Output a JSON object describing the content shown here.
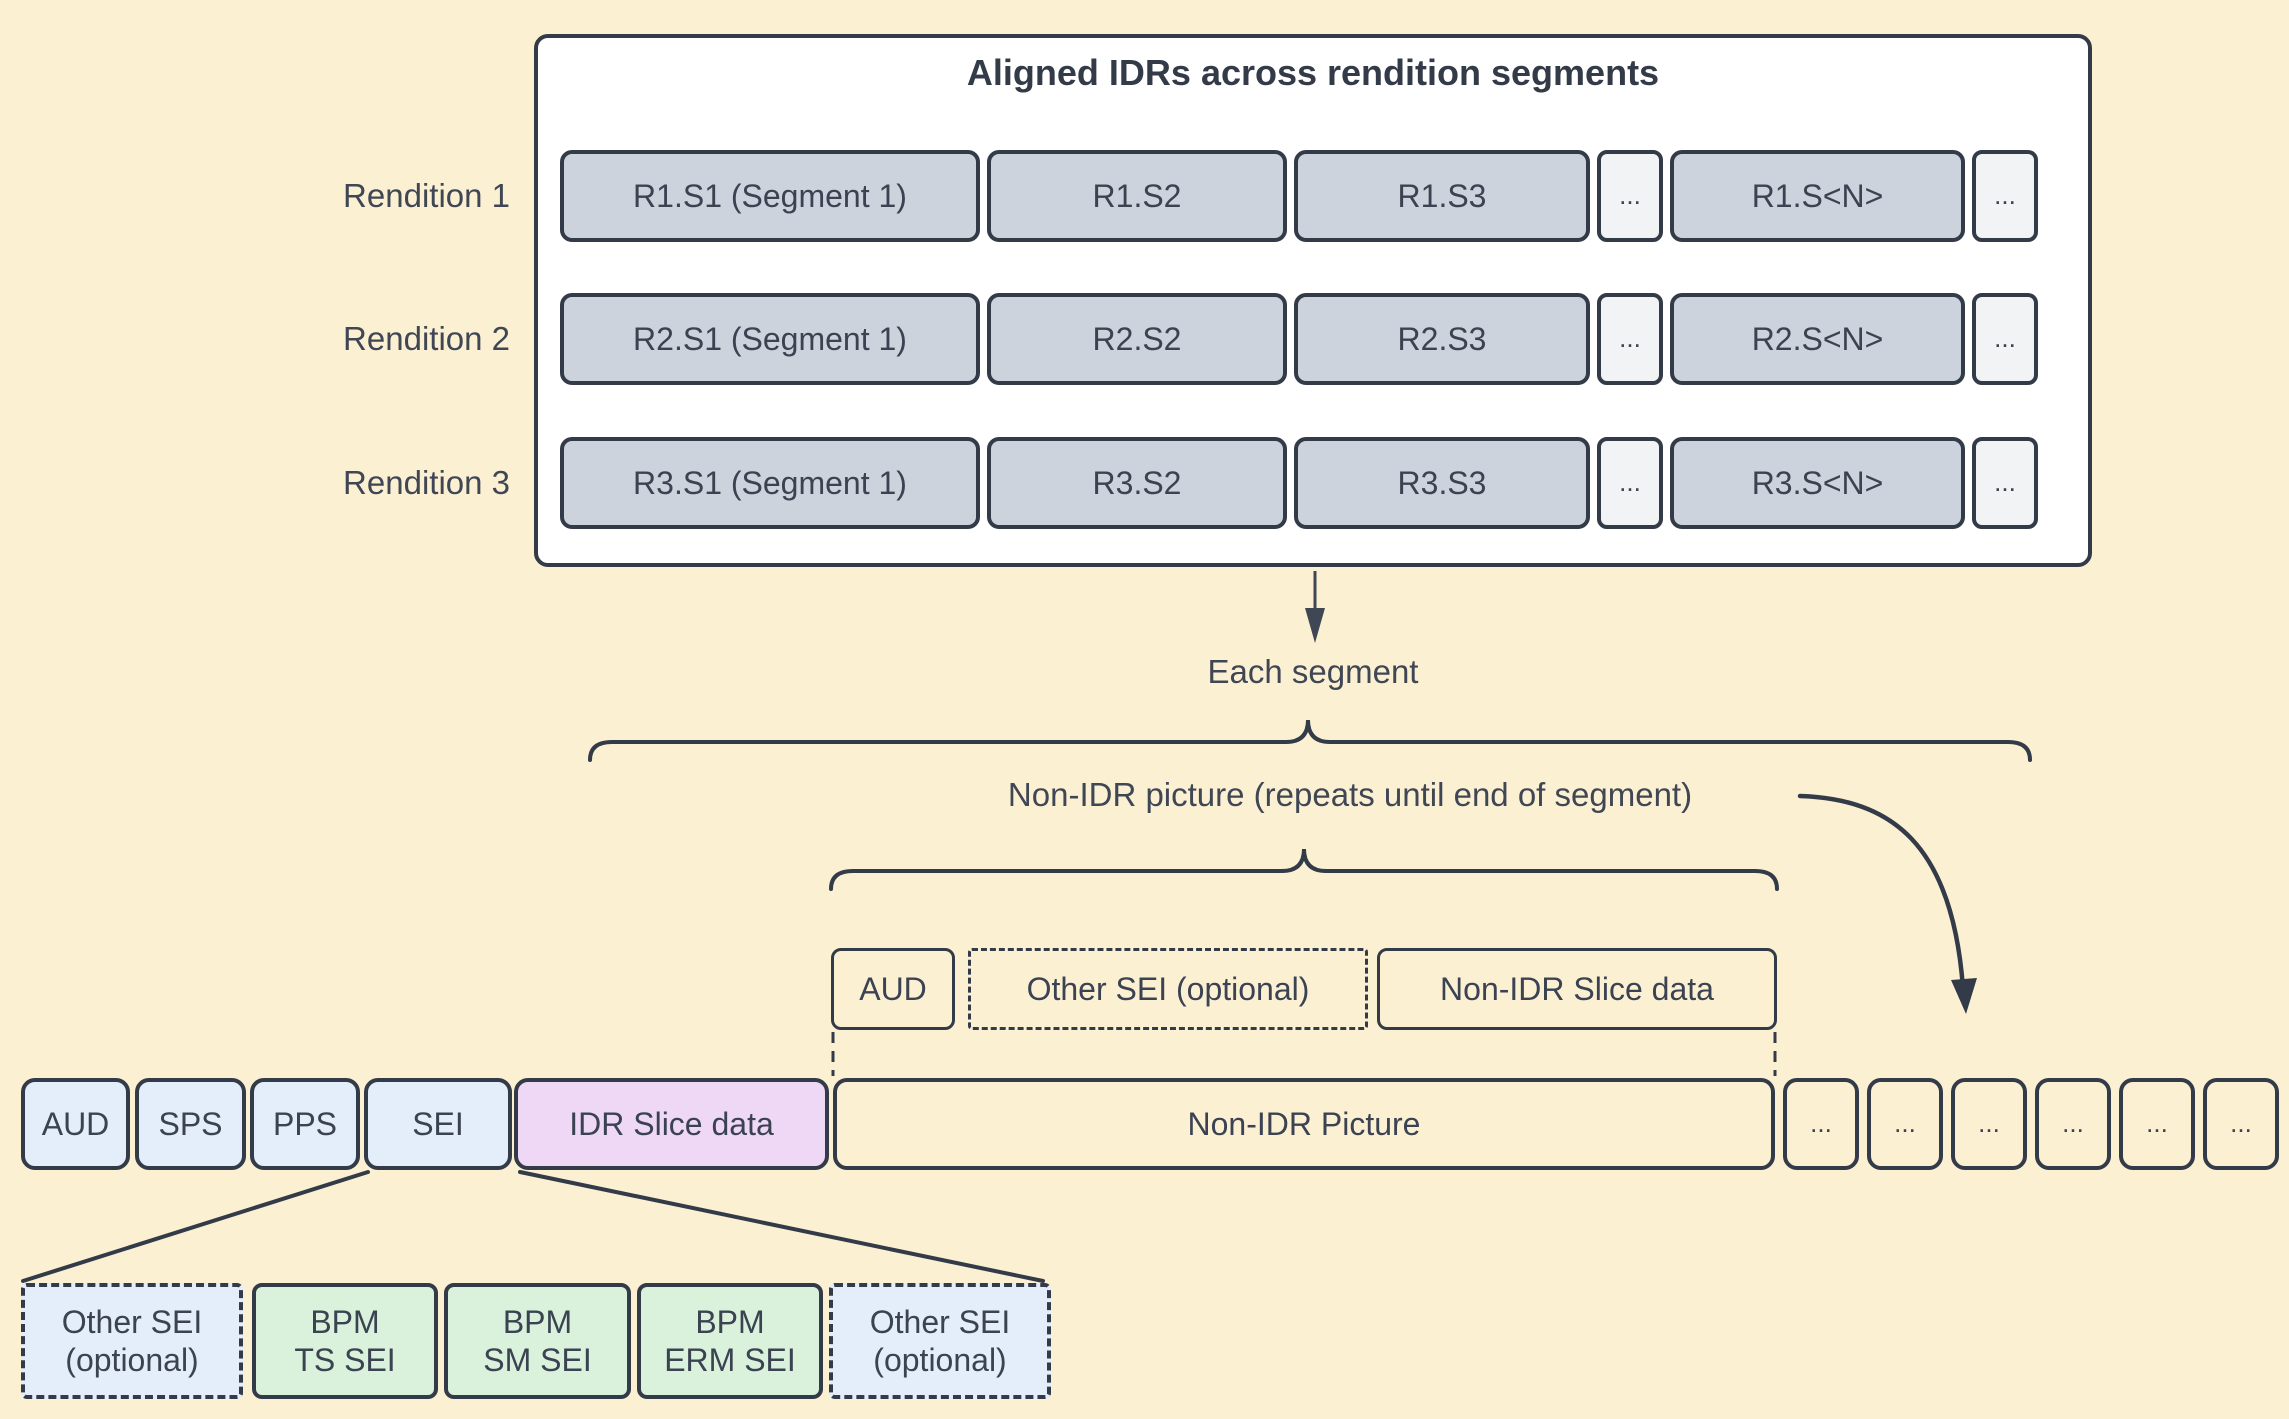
{
  "colors": {
    "background": "#fcf0d3",
    "stroke": "#333b48",
    "text": "#3b4352",
    "segment_fill": "#ccd3dc",
    "ellipsis_fill": "#f1f3f5",
    "nal_blue_fill": "#e4edfa",
    "idr_purple_fill": "#efd8f6",
    "bpm_green_fill": "#daf2db",
    "panel_fill": "#ffffff"
  },
  "top_panel": {
    "title": "Aligned IDRs across rendition segments",
    "rows": [
      {
        "label": "Rendition 1",
        "segments": [
          "R1.S1 (Segment 1)",
          "R1.S2",
          "R1.S3",
          "...",
          "R1.S<N>",
          "..."
        ]
      },
      {
        "label": "Rendition 2",
        "segments": [
          "R2.S1 (Segment 1)",
          "R2.S2",
          "R2.S3",
          "...",
          "R2.S<N>",
          "..."
        ]
      },
      {
        "label": "Rendition 3",
        "segments": [
          "R3.S1 (Segment 1)",
          "R3.S2",
          "R3.S3",
          "...",
          "R3.S<N>",
          "..."
        ]
      }
    ]
  },
  "annotations": {
    "each_segment": "Each segment",
    "non_idr_repeats": "Non-IDR picture (repeats until end of segment)"
  },
  "non_idr_detail": {
    "cells": [
      "AUD",
      "Other SEI (optional)",
      "Non-IDR Slice data"
    ]
  },
  "stream_row": {
    "cells": [
      "AUD",
      "SPS",
      "PPS",
      "SEI",
      "IDR Slice data",
      "Non-IDR Picture",
      "...",
      "...",
      "...",
      "...",
      "...",
      "..."
    ]
  },
  "sei_expansion": {
    "cells": [
      {
        "line1": "Other SEI",
        "line2": "(optional)"
      },
      {
        "line1": "BPM",
        "line2": "TS SEI"
      },
      {
        "line1": "BPM",
        "line2": "SM SEI"
      },
      {
        "line1": "BPM",
        "line2": "ERM SEI"
      },
      {
        "line1": "Other SEI",
        "line2": "(optional)"
      }
    ]
  }
}
